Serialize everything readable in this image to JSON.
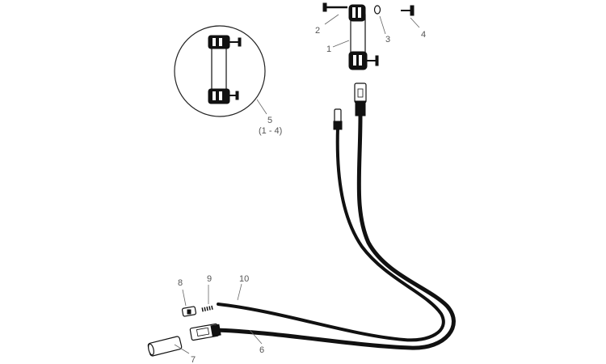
{
  "callouts": [
    {
      "id": "c1",
      "text": "1"
    },
    {
      "id": "c2",
      "text": "2"
    },
    {
      "id": "c3",
      "text": "3"
    },
    {
      "id": "c4",
      "text": "4"
    },
    {
      "id": "c5",
      "text": "5"
    },
    {
      "id": "c5sub",
      "text": "(1 - 4)"
    },
    {
      "id": "c6",
      "text": "6"
    },
    {
      "id": "c7",
      "text": "7"
    },
    {
      "id": "c8",
      "text": "8"
    },
    {
      "id": "c9",
      "text": "9"
    },
    {
      "id": "c10",
      "text": "10"
    }
  ],
  "colors": {
    "ink": "#111111",
    "label": "#555555",
    "background": "#ffffff"
  }
}
